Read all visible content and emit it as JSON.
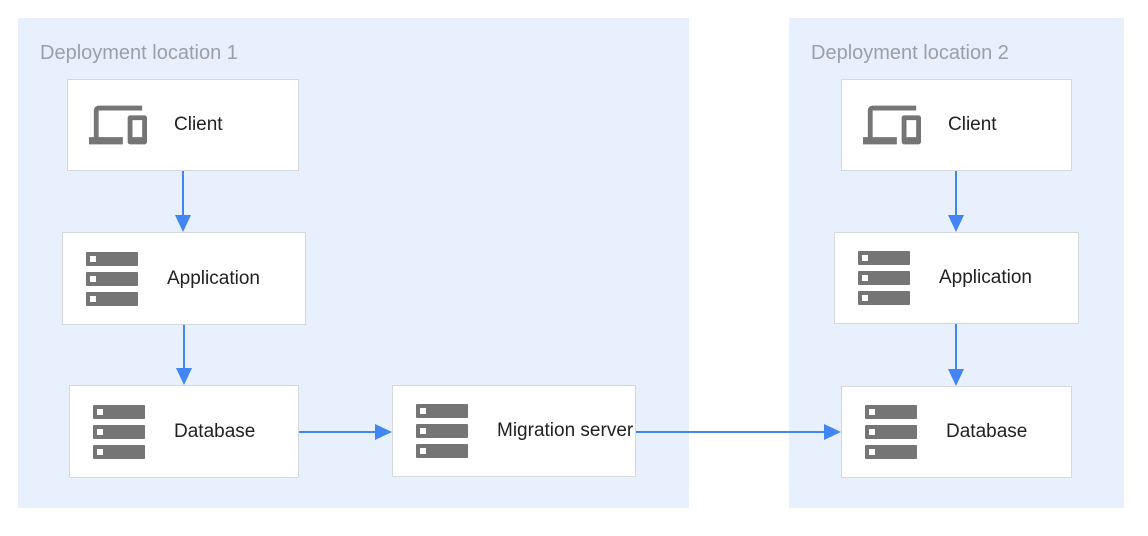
{
  "colors": {
    "region_bg": "#E8F0FE",
    "box_bg": "#FFFFFF",
    "box_border": "#D5D8DC",
    "arrow": "#4285F4",
    "icon": "#757575",
    "node_text": "#212121",
    "region_text": "#9AA0A6"
  },
  "regions": [
    {
      "label": "Deployment location 1"
    },
    {
      "label": "Deployment location 2"
    }
  ],
  "nodes": [
    {
      "label": "Client",
      "icon": "devices-icon",
      "region": "Deployment location 1"
    },
    {
      "label": "Application",
      "icon": "server-stack-icon",
      "region": "Deployment location 1"
    },
    {
      "label": "Database",
      "icon": "server-stack-icon",
      "region": "Deployment location 1"
    },
    {
      "label": "Migration server",
      "icon": "server-stack-icon",
      "region": "Deployment location 1"
    },
    {
      "label": "Client",
      "icon": "devices-icon",
      "region": "Deployment location 2"
    },
    {
      "label": "Application",
      "icon": "server-stack-icon",
      "region": "Deployment location 2"
    },
    {
      "label": "Database",
      "icon": "server-stack-icon",
      "region": "Deployment location 2"
    }
  ],
  "edges": [
    {
      "from": "Client (location 1)",
      "to": "Application (location 1)",
      "direction": "down"
    },
    {
      "from": "Application (location 1)",
      "to": "Database (location 1)",
      "direction": "down"
    },
    {
      "from": "Database (location 1)",
      "to": "Migration server",
      "direction": "right"
    },
    {
      "from": "Migration server",
      "to": "Database (location 2)",
      "direction": "right"
    },
    {
      "from": "Client (location 2)",
      "to": "Application (location 2)",
      "direction": "down"
    },
    {
      "from": "Application (location 2)",
      "to": "Database (location 2)",
      "direction": "down"
    }
  ]
}
